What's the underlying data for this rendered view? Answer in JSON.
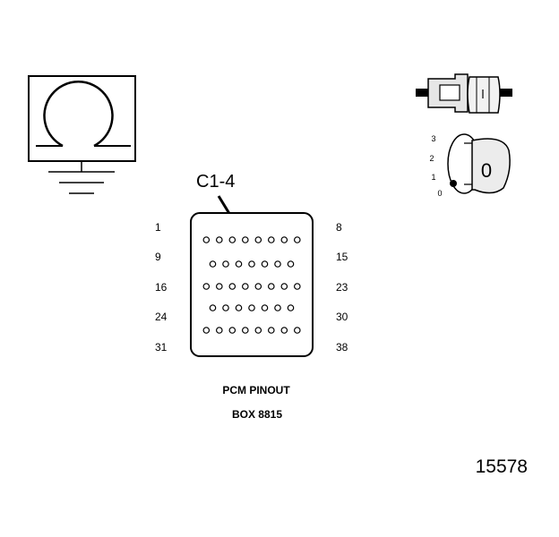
{
  "callout": "C1-4",
  "omega_symbol": "Ω",
  "connector": {
    "title": "PCM PINOUT",
    "subtitle": "BOX 8815",
    "rows": [
      {
        "left": "1",
        "right": "8",
        "pins": 8
      },
      {
        "left": "9",
        "right": "15",
        "pins": 7
      },
      {
        "left": "16",
        "right": "23",
        "pins": 8
      },
      {
        "left": "24",
        "right": "30",
        "pins": 7
      },
      {
        "left": "31",
        "right": "38",
        "pins": 8
      }
    ]
  },
  "key_switch": {
    "positions": [
      "3",
      "2",
      "1",
      "0"
    ],
    "key_label": "0"
  },
  "figure_number": "15578",
  "icons": [
    "ohmmeter-icon",
    "ground-icon",
    "connector-plug-icon",
    "ignition-key-icon"
  ]
}
